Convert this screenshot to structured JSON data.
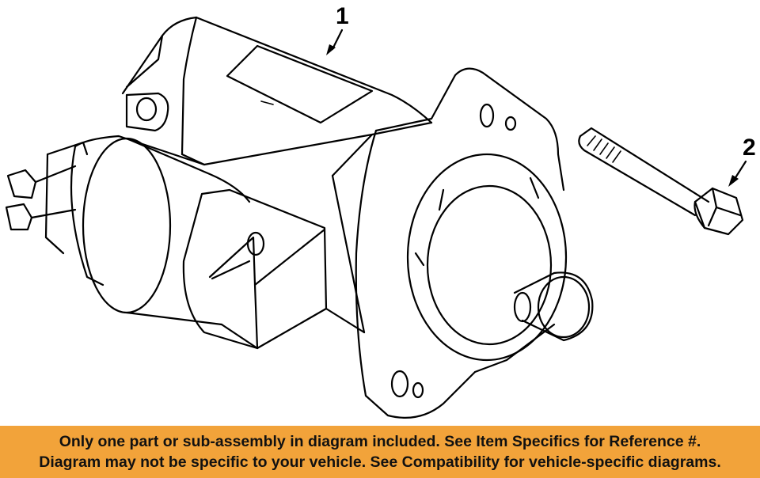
{
  "callouts": [
    {
      "number": "1"
    },
    {
      "number": "2"
    }
  ],
  "banner": {
    "line1": "Only one part or sub-assembly in diagram included. See Item Specifics for Reference #.",
    "line2": "Diagram may not be specific to your vehicle. See Compatibility for vehicle-specific diagrams.",
    "background_color": "#f2a33a"
  }
}
